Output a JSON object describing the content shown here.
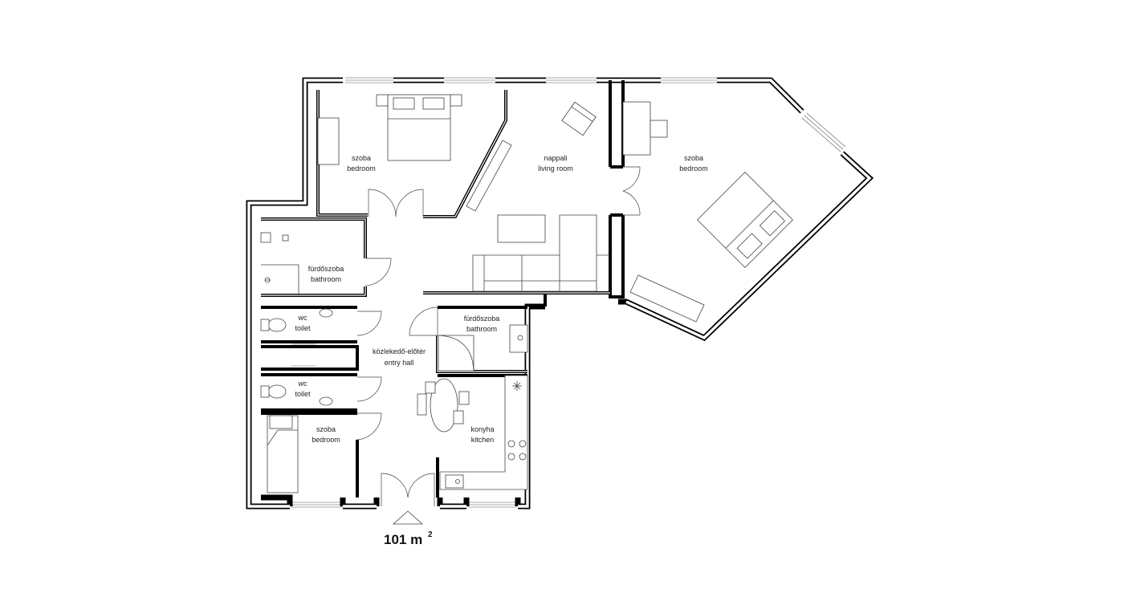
{
  "rooms": {
    "bedroom_nw": {
      "hu": "szoba",
      "en": "bedroom"
    },
    "living": {
      "hu": "nappali",
      "en": "living room"
    },
    "bedroom_ne": {
      "hu": "szoba",
      "en": "bedroom"
    },
    "bathroom_w": {
      "hu": "fürdőszoba",
      "en": "bathroom"
    },
    "wc_1": {
      "hu": "wc",
      "en": "toilet"
    },
    "wc_2": {
      "hu": "wc",
      "en": "toilet"
    },
    "bathroom_c": {
      "hu": "fürdőszoba",
      "en": "bathroom"
    },
    "hall": {
      "hu": "közlekedő-előtér",
      "en": "entry hall"
    },
    "bedroom_sw": {
      "hu": "szoba",
      "en": "bedroom"
    },
    "kitchen": {
      "hu": "konyha",
      "en": "kitchen"
    }
  },
  "area": {
    "value": "101 m",
    "sup": "2"
  }
}
